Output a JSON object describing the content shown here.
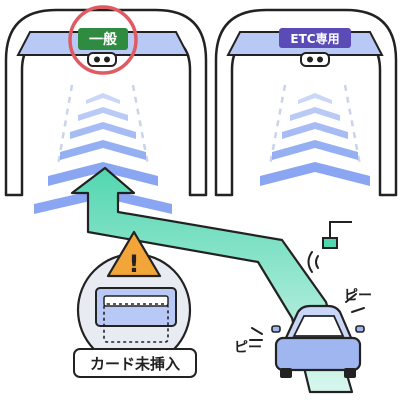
{
  "gates": {
    "general": {
      "label": "一般",
      "sign_color": "#2e8b3f",
      "highlighted": true
    },
    "etc": {
      "label": "ETC専用",
      "sign_color": "#5b4bb7"
    }
  },
  "warning": {
    "symbol": "!",
    "card_status": "カード未挿入"
  },
  "car": {
    "sound_left": "ピー",
    "sound_right": "ピー"
  },
  "colors": {
    "road_chevron": "#8aa6f2",
    "path_arrow": "#52d6b0",
    "alert_circle": "#e05a62",
    "warning_triangle": "#f2a63a",
    "car_body": "#9fb6f0"
  }
}
